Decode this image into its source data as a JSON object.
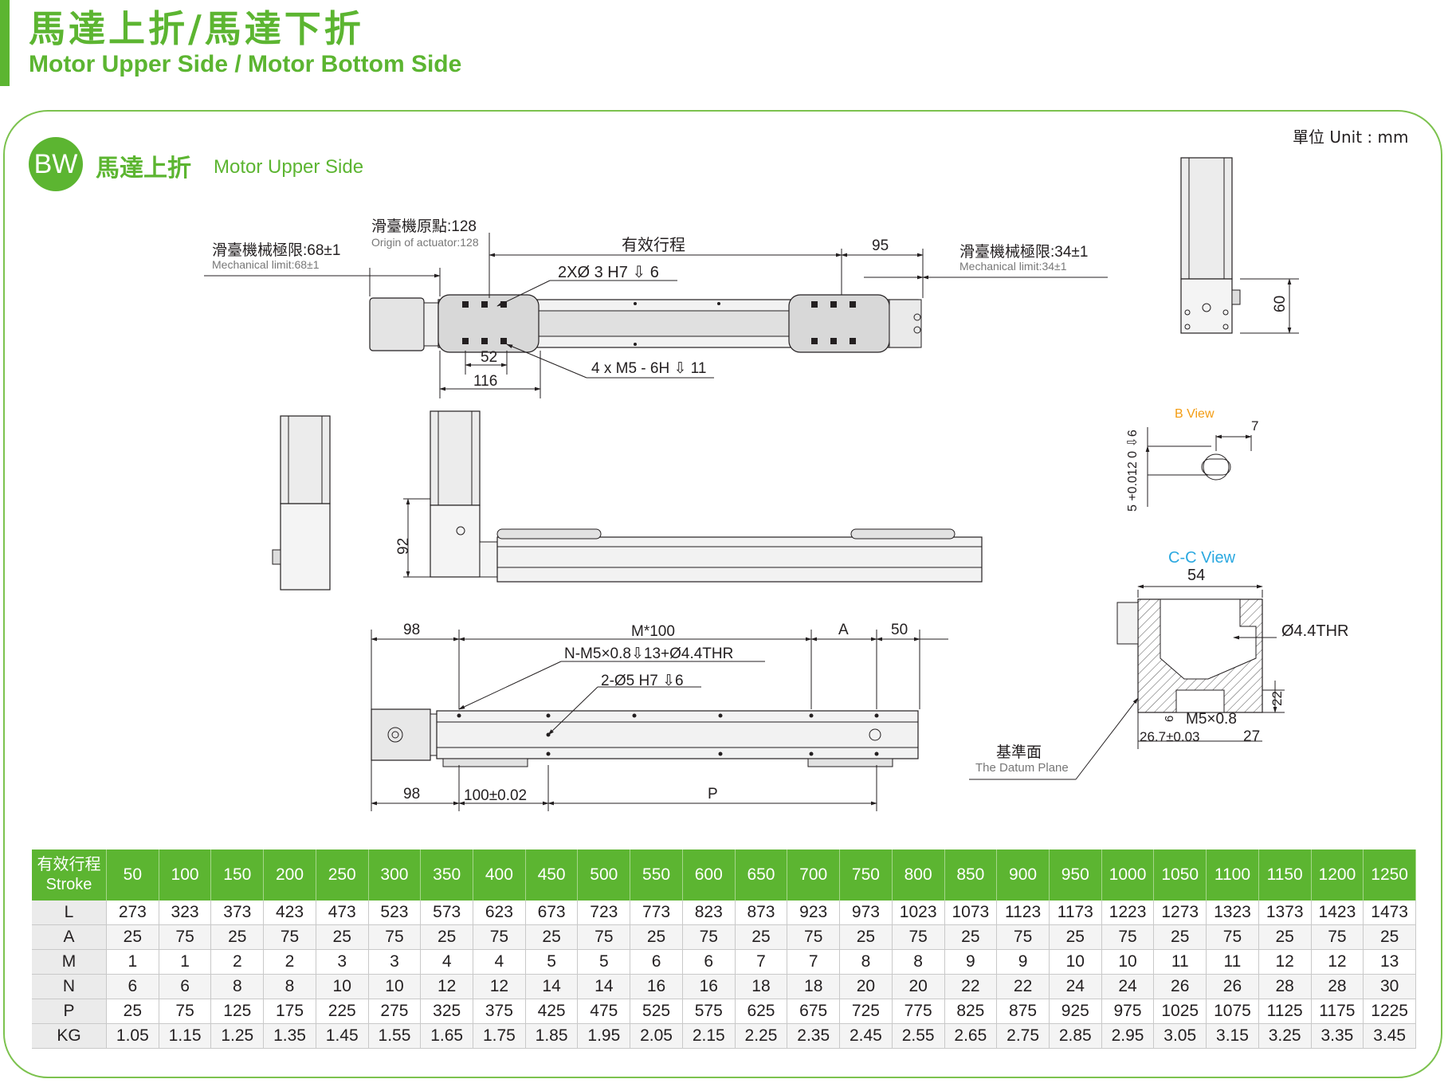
{
  "header": {
    "title_zh": "馬達上折/馬達下折",
    "title_en": "Motor Upper Side / Motor Bottom Side"
  },
  "section": {
    "badge": "BW",
    "title_zh": "馬達上折",
    "title_en": "Motor Upper Side",
    "unit": "單位 Unit : mm"
  },
  "drawing_labels": {
    "origin_zh": "滑臺機原點:128",
    "origin_en": "Origin of actuator:128",
    "effective_stroke": "有效行程",
    "dim_95": "95",
    "mech_left_zh": "滑臺機械極限:68±1",
    "mech_left_en": "Mechanical limit:68±1",
    "mech_right_zh": "滑臺機械極限:34±1",
    "mech_right_en": "Mechanical limit:34±1",
    "pin_hole": "2XØ 3 H7 ⇩ 6",
    "dim_52": "52",
    "dim_116": "116",
    "tap_holes": "4 x M5 - 6H ⇩ 11",
    "dim_60": "60",
    "b_view": "B View",
    "dim_7": "7",
    "shaft_tol": "5 +0.012 0 ⇩6",
    "dim_92": "92",
    "cc_view": "C-C View",
    "dim_54": "54",
    "thru_hole": "Ø4.4THR",
    "dim_22": "22",
    "dim_6": "6",
    "m5_thread": "M5×0.8",
    "dim_26_7": "26.7±0.03",
    "dim_27": "27",
    "datum_zh": "基準面",
    "datum_en": "The Datum Plane",
    "dim_98_top": "98",
    "m100": "M*100",
    "dim_a": "A",
    "dim_50": "50",
    "n_holes": "N-M5×0.8⇩13+Ø4.4THR",
    "pin_holes2": "2-Ø5 H7 ⇩6",
    "dim_98_bottom": "98",
    "dim_100": "100±0.02",
    "dim_p": "P"
  },
  "table": {
    "header_zh": "有效行程",
    "header_en": "Stroke",
    "strokes": [
      "50",
      "100",
      "150",
      "200",
      "250",
      "300",
      "350",
      "400",
      "450",
      "500",
      "550",
      "600",
      "650",
      "700",
      "750",
      "800",
      "850",
      "900",
      "950",
      "1000",
      "1050",
      "1100",
      "1150",
      "1200",
      "1250"
    ],
    "rows": [
      {
        "label": "L",
        "values": [
          "273",
          "323",
          "373",
          "423",
          "473",
          "523",
          "573",
          "623",
          "673",
          "723",
          "773",
          "823",
          "873",
          "923",
          "973",
          "1023",
          "1073",
          "1123",
          "1173",
          "1223",
          "1273",
          "1323",
          "1373",
          "1423",
          "1473"
        ]
      },
      {
        "label": "A",
        "values": [
          "25",
          "75",
          "25",
          "75",
          "25",
          "75",
          "25",
          "75",
          "25",
          "75",
          "25",
          "75",
          "25",
          "75",
          "25",
          "75",
          "25",
          "75",
          "25",
          "75",
          "25",
          "75",
          "25",
          "75",
          "25"
        ]
      },
      {
        "label": "M",
        "values": [
          "1",
          "1",
          "2",
          "2",
          "3",
          "3",
          "4",
          "4",
          "5",
          "5",
          "6",
          "6",
          "7",
          "7",
          "8",
          "8",
          "9",
          "9",
          "10",
          "10",
          "11",
          "11",
          "12",
          "12",
          "13"
        ]
      },
      {
        "label": "N",
        "values": [
          "6",
          "6",
          "8",
          "8",
          "10",
          "10",
          "12",
          "12",
          "14",
          "14",
          "16",
          "16",
          "18",
          "18",
          "20",
          "20",
          "22",
          "22",
          "24",
          "24",
          "26",
          "26",
          "28",
          "28",
          "30"
        ]
      },
      {
        "label": "P",
        "values": [
          "25",
          "75",
          "125",
          "175",
          "225",
          "275",
          "325",
          "375",
          "425",
          "475",
          "525",
          "575",
          "625",
          "675",
          "725",
          "775",
          "825",
          "875",
          "925",
          "975",
          "1025",
          "1075",
          "1125",
          "1175",
          "1225"
        ]
      },
      {
        "label": "KG",
        "values": [
          "1.05",
          "1.15",
          "1.25",
          "1.35",
          "1.45",
          "1.55",
          "1.65",
          "1.75",
          "1.85",
          "1.95",
          "2.05",
          "2.15",
          "2.25",
          "2.35",
          "2.45",
          "2.55",
          "2.65",
          "2.75",
          "2.85",
          "2.95",
          "3.05",
          "3.15",
          "3.25",
          "3.35",
          "3.45"
        ]
      }
    ]
  },
  "colors": {
    "brand_green": "#5cb531",
    "b_view_orange": "#f39c12",
    "cc_view_blue": "#2aa8e0"
  }
}
